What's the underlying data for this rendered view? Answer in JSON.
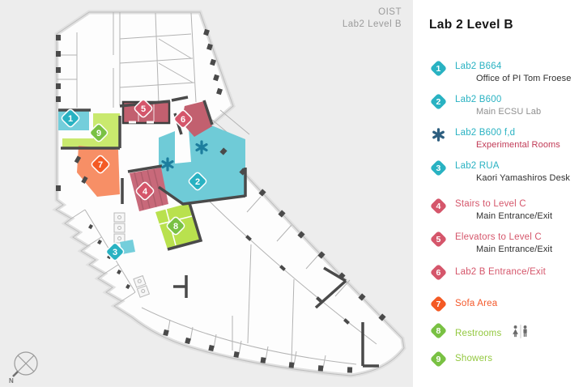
{
  "map": {
    "caption": {
      "line1": "OIST",
      "line2": "Lab2 Level B"
    },
    "compass_label": "N",
    "markers": [
      {
        "number": "1",
        "color": "#29b2c2",
        "label": "Lab2 B664"
      },
      {
        "number": "2",
        "color": "#29b2c2",
        "label": "Lab2 B600"
      },
      {
        "number": "3",
        "color": "#29b2c2",
        "label": "Lab2 RUA"
      },
      {
        "number": "4",
        "color": "#d5566b",
        "label": "Stairs to Level C"
      },
      {
        "number": "5",
        "color": "#d5566b",
        "label": "Elevators to Level C"
      },
      {
        "number": "6",
        "color": "#d5566b",
        "label": "Lab2 B Entrance/Exit"
      },
      {
        "number": "7",
        "color": "#f45a24",
        "label": "Sofa Area"
      },
      {
        "number": "8",
        "color": "#79c143",
        "label": "Restrooms"
      },
      {
        "number": "9",
        "color": "#79c143",
        "label": "Showers"
      }
    ],
    "room_colors": {
      "teal_room": "#74cedb",
      "experimental_room": "#6fcbd7",
      "green_room": "#c9e96e",
      "restroom_green": "#b9e14e",
      "red_room": "#c2606f",
      "stairs_red": "#c8697a",
      "orange_room": "#f78f66"
    }
  },
  "legend": {
    "title": "Lab 2 Level B",
    "items": [
      {
        "marker": "1",
        "label": "Lab2 B664",
        "sublabel": "Office of PI Tom Froese"
      },
      {
        "marker": "2",
        "label": "Lab2 B600",
        "sublabel": "Main ECSU Lab"
      },
      {
        "marker": "",
        "icon": "puzzle-icon",
        "label": "Lab2 B600 f,d",
        "sublabel": "Experimental Rooms"
      },
      {
        "marker": "3",
        "label": "Lab2 RUA",
        "sublabel": "Kaori Yamashiros Desk"
      },
      {
        "marker": "4",
        "label": "Stairs to Level C",
        "sublabel": "Main Entrance/Exit"
      },
      {
        "marker": "5",
        "label": "Elevators to Level C",
        "sublabel": "Main Entrance/Exit"
      },
      {
        "marker": "6",
        "label": "Lab2 B Entrance/Exit"
      },
      {
        "marker": "7",
        "label": "Sofa Area"
      },
      {
        "marker": "8",
        "label": "Restrooms",
        "icon": "restroom-icon"
      },
      {
        "marker": "9",
        "label": "Showers"
      }
    ]
  },
  "colors": {
    "teal": "#29b2c2",
    "red": "#d5566b",
    "orange": "#f45a24",
    "green": "#79c143",
    "legend_puzzle_blue": "#2e5f80",
    "map_puzzle_blue": "#1d7e9e",
    "sublabel_dark": "#2f2f2f",
    "sublabel_muted": "#8f8f8f",
    "sublabel_red": "#c13a56",
    "caption_gray": "#9b9b9b",
    "wall_dark": "#4a4a4a",
    "map_background": "#ededed"
  }
}
